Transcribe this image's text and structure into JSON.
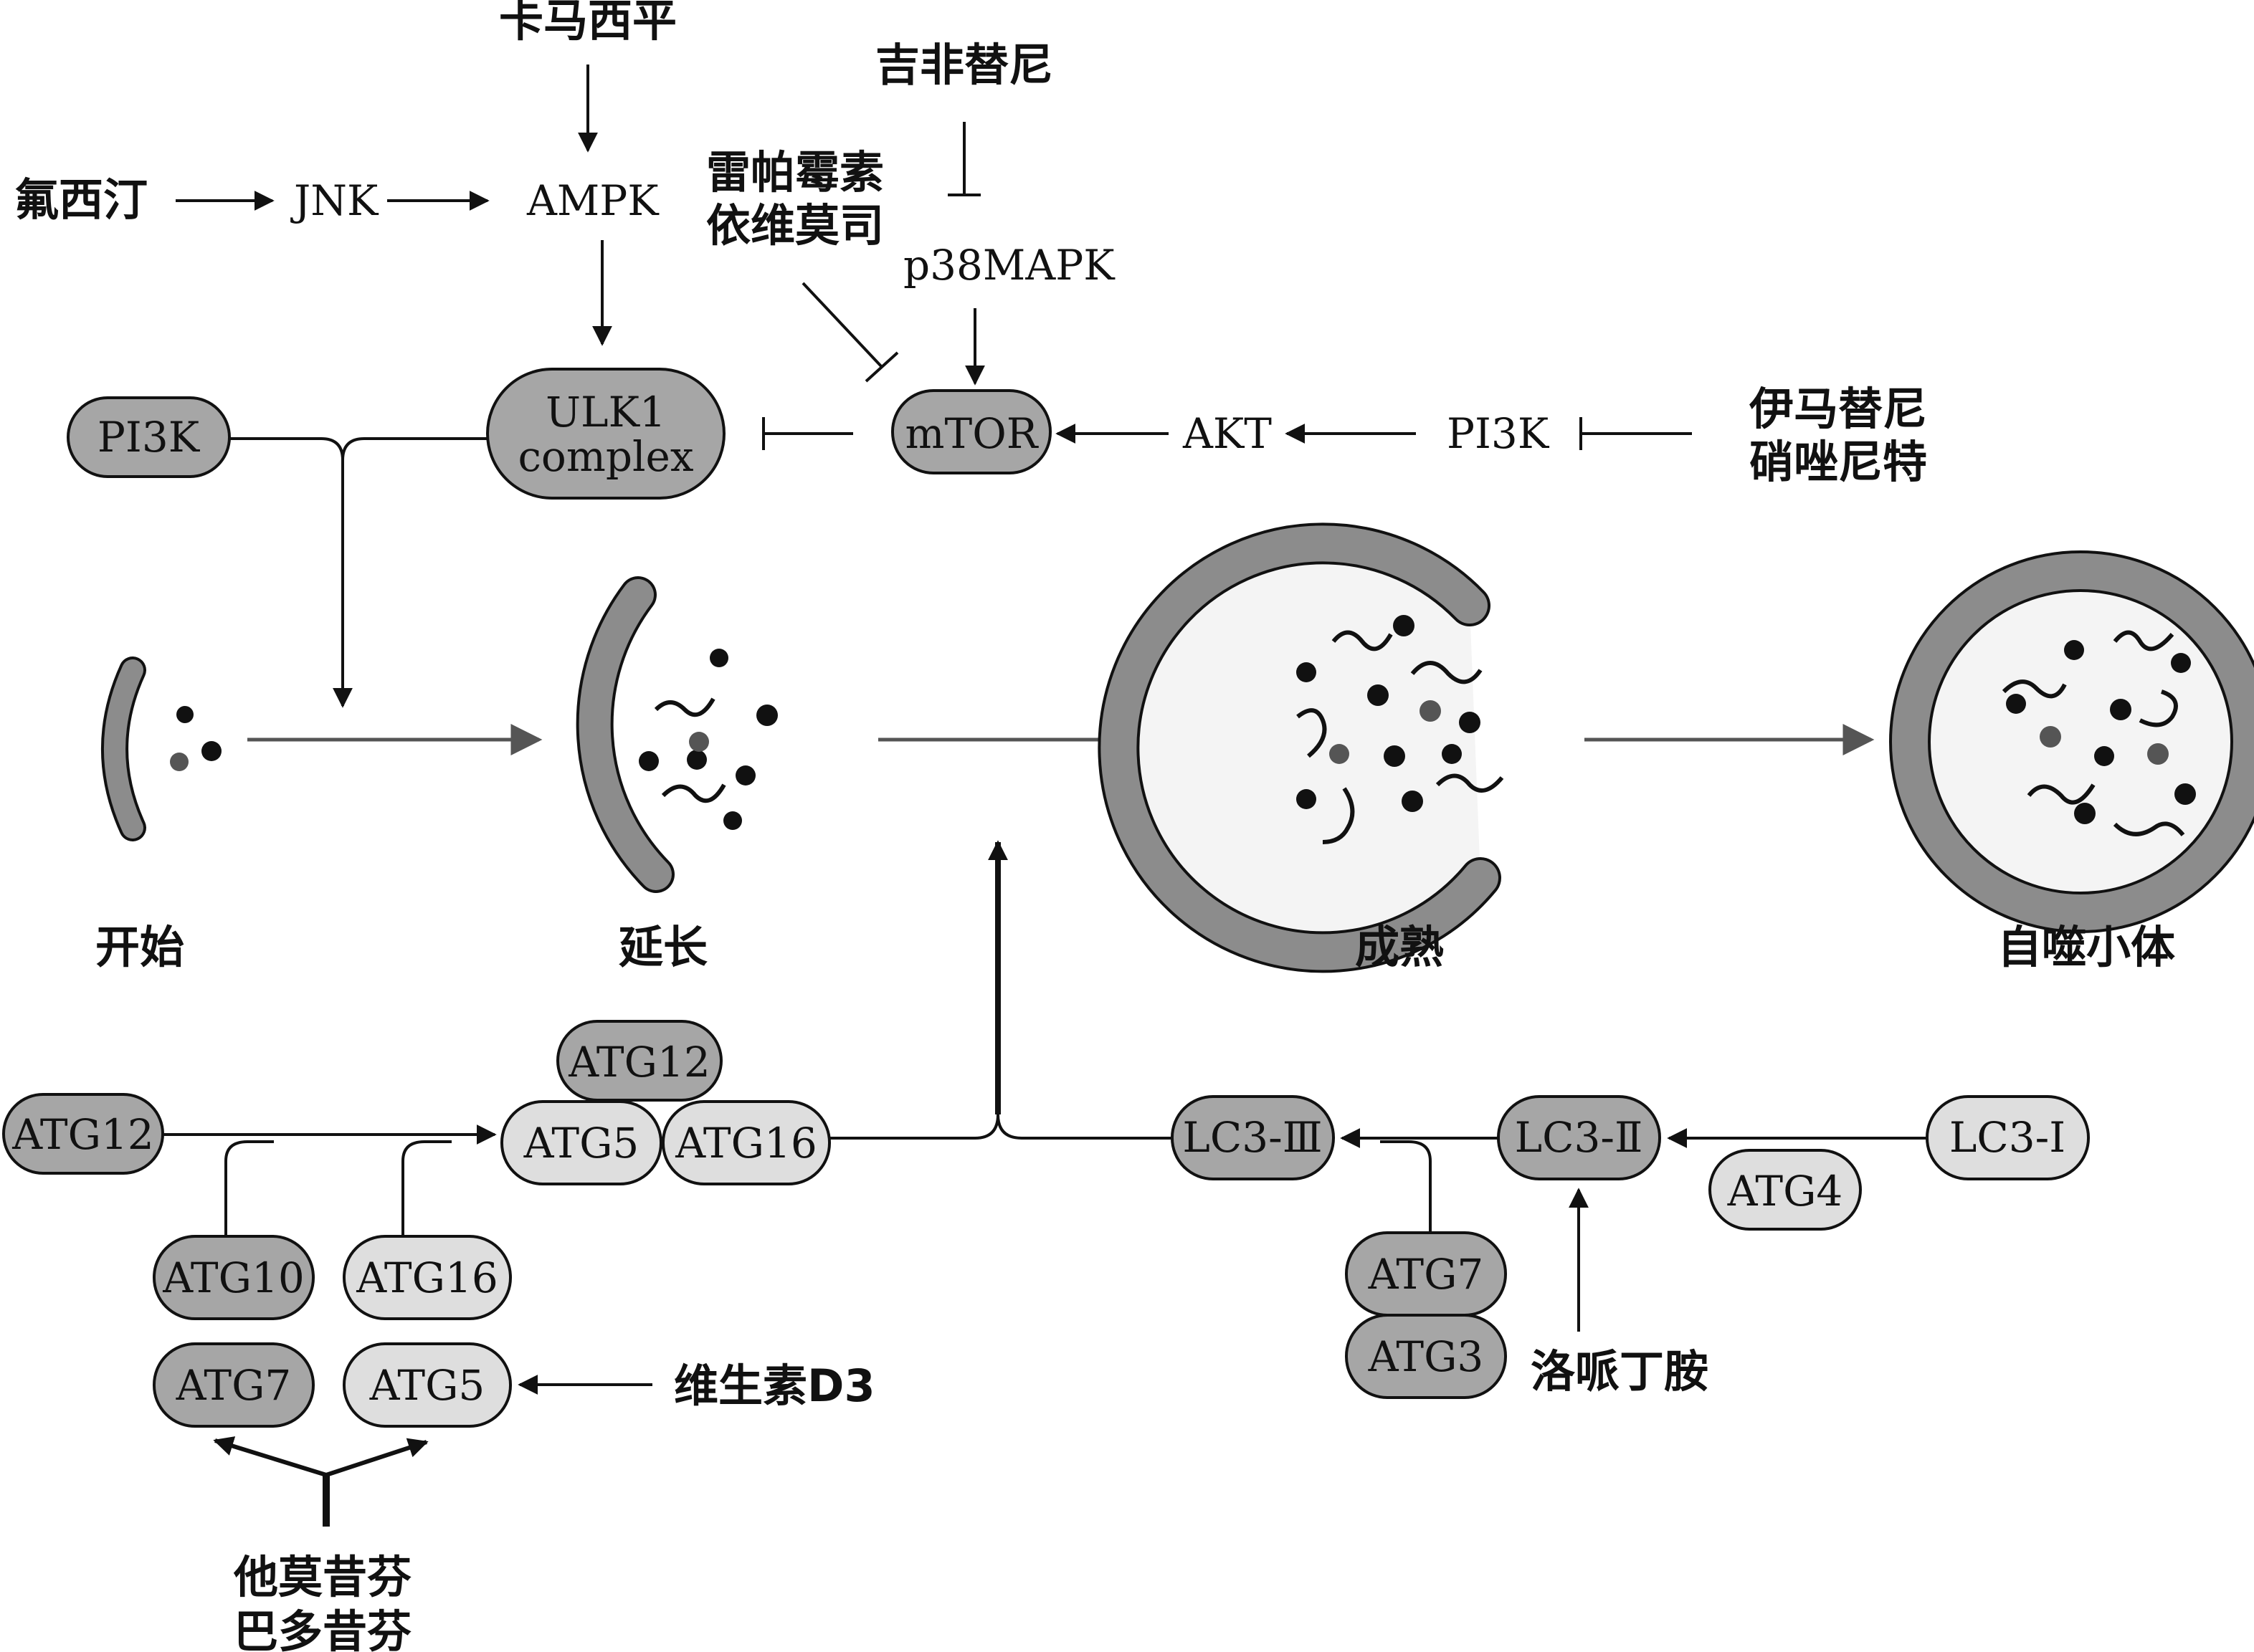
{
  "colors": {
    "pill_dark": "#a6a6a6",
    "pill_light": "#dedede",
    "stroke": "#111111",
    "membrane": "#8c8c8c",
    "vesicle_fill": "#f4f4f4",
    "flow_arrow": "#555555"
  },
  "signaling": {
    "jnk": "JNK",
    "ampk": "AMPK",
    "p38mapk": "p38MAPK",
    "akt": "AKT",
    "pi3k_upstream": "PI3K",
    "pi3k_complex": "PI3K",
    "ulk1_line1": "ULK1",
    "ulk1_line2": "complex",
    "mtor": "mTOR"
  },
  "drugs": {
    "carbamazepine": "卡马西平",
    "gefitinib": "吉非替尼",
    "flupentixol": "氟西汀",
    "rapamycin": "雷帕霉素",
    "everolimus": "依维莫司",
    "imatinib": "伊马替尼",
    "nitazoxanide": "硝唑尼特",
    "vitamin_d3": "维生素D3",
    "loperamide": "洛哌丁胺",
    "tamoxifen": "他莫昔芬",
    "bafilomycin": "巴多昔芬"
  },
  "stages": {
    "initiation": "开始",
    "elongation": "延长",
    "maturation": "成熟",
    "autophagosome": "自噬小体"
  },
  "conjugation": {
    "atg12_input": "ATG12",
    "atg12_complex": "ATG12",
    "atg5_complex": "ATG5",
    "atg16_complex": "ATG16",
    "atg10": "ATG10",
    "atg16_enzyme": "ATG16",
    "atg7": "ATG7",
    "atg5_input": "ATG5"
  },
  "lc3": {
    "lc3_iii": "LC3-Ⅲ",
    "lc3_ii": "LC3-Ⅱ",
    "lc3_i": "LC3-Ⅰ",
    "atg4": "ATG4",
    "atg7": "ATG7",
    "atg3": "ATG3"
  }
}
